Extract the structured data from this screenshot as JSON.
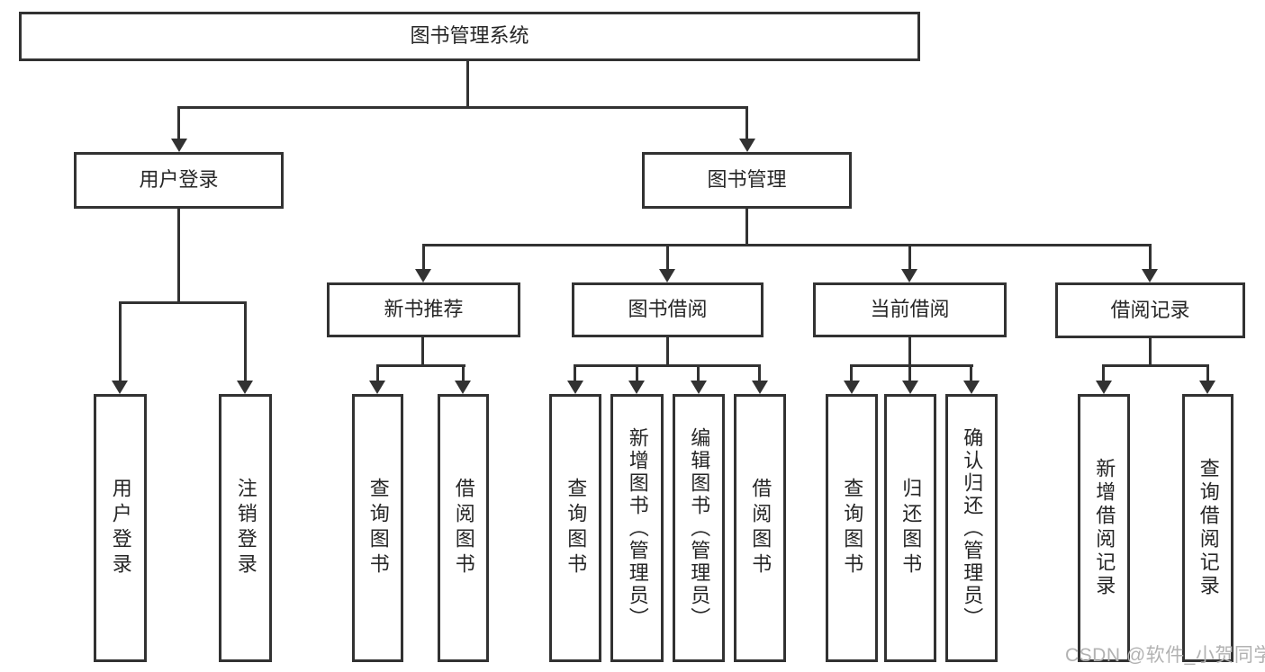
{
  "diagram": {
    "root": "图书管理系统",
    "level1": {
      "user_login": "用户登录",
      "book_mgmt": "图书管理"
    },
    "level2": {
      "new_book_rec": "新书推荐",
      "book_borrow": "图书借阅",
      "current_borrow": "当前借阅",
      "borrow_records": "借阅记录"
    },
    "leaves": {
      "user_login": "用户登录",
      "logout": "注销登录",
      "rec_query_book": "查询图书",
      "rec_borrow_book": "借阅图书",
      "borrow_query_book": "查询图书",
      "borrow_add_book": "新增图书（管理员）",
      "borrow_edit_book": "编辑图书（管理员）",
      "borrow_borrow_book": "借阅图书",
      "current_query_book": "查询图书",
      "current_return_book": "归还图书",
      "current_confirm_return": "确认归还（管理员）",
      "records_add_record": "新增借阅记录",
      "records_query_record": "查询借阅记录"
    }
  },
  "watermark": "CSDN @软件_小贺同学",
  "colors": {
    "line": "#323232",
    "text": "#262626",
    "background": "#ffffff",
    "watermark": "#b2b2b2"
  }
}
